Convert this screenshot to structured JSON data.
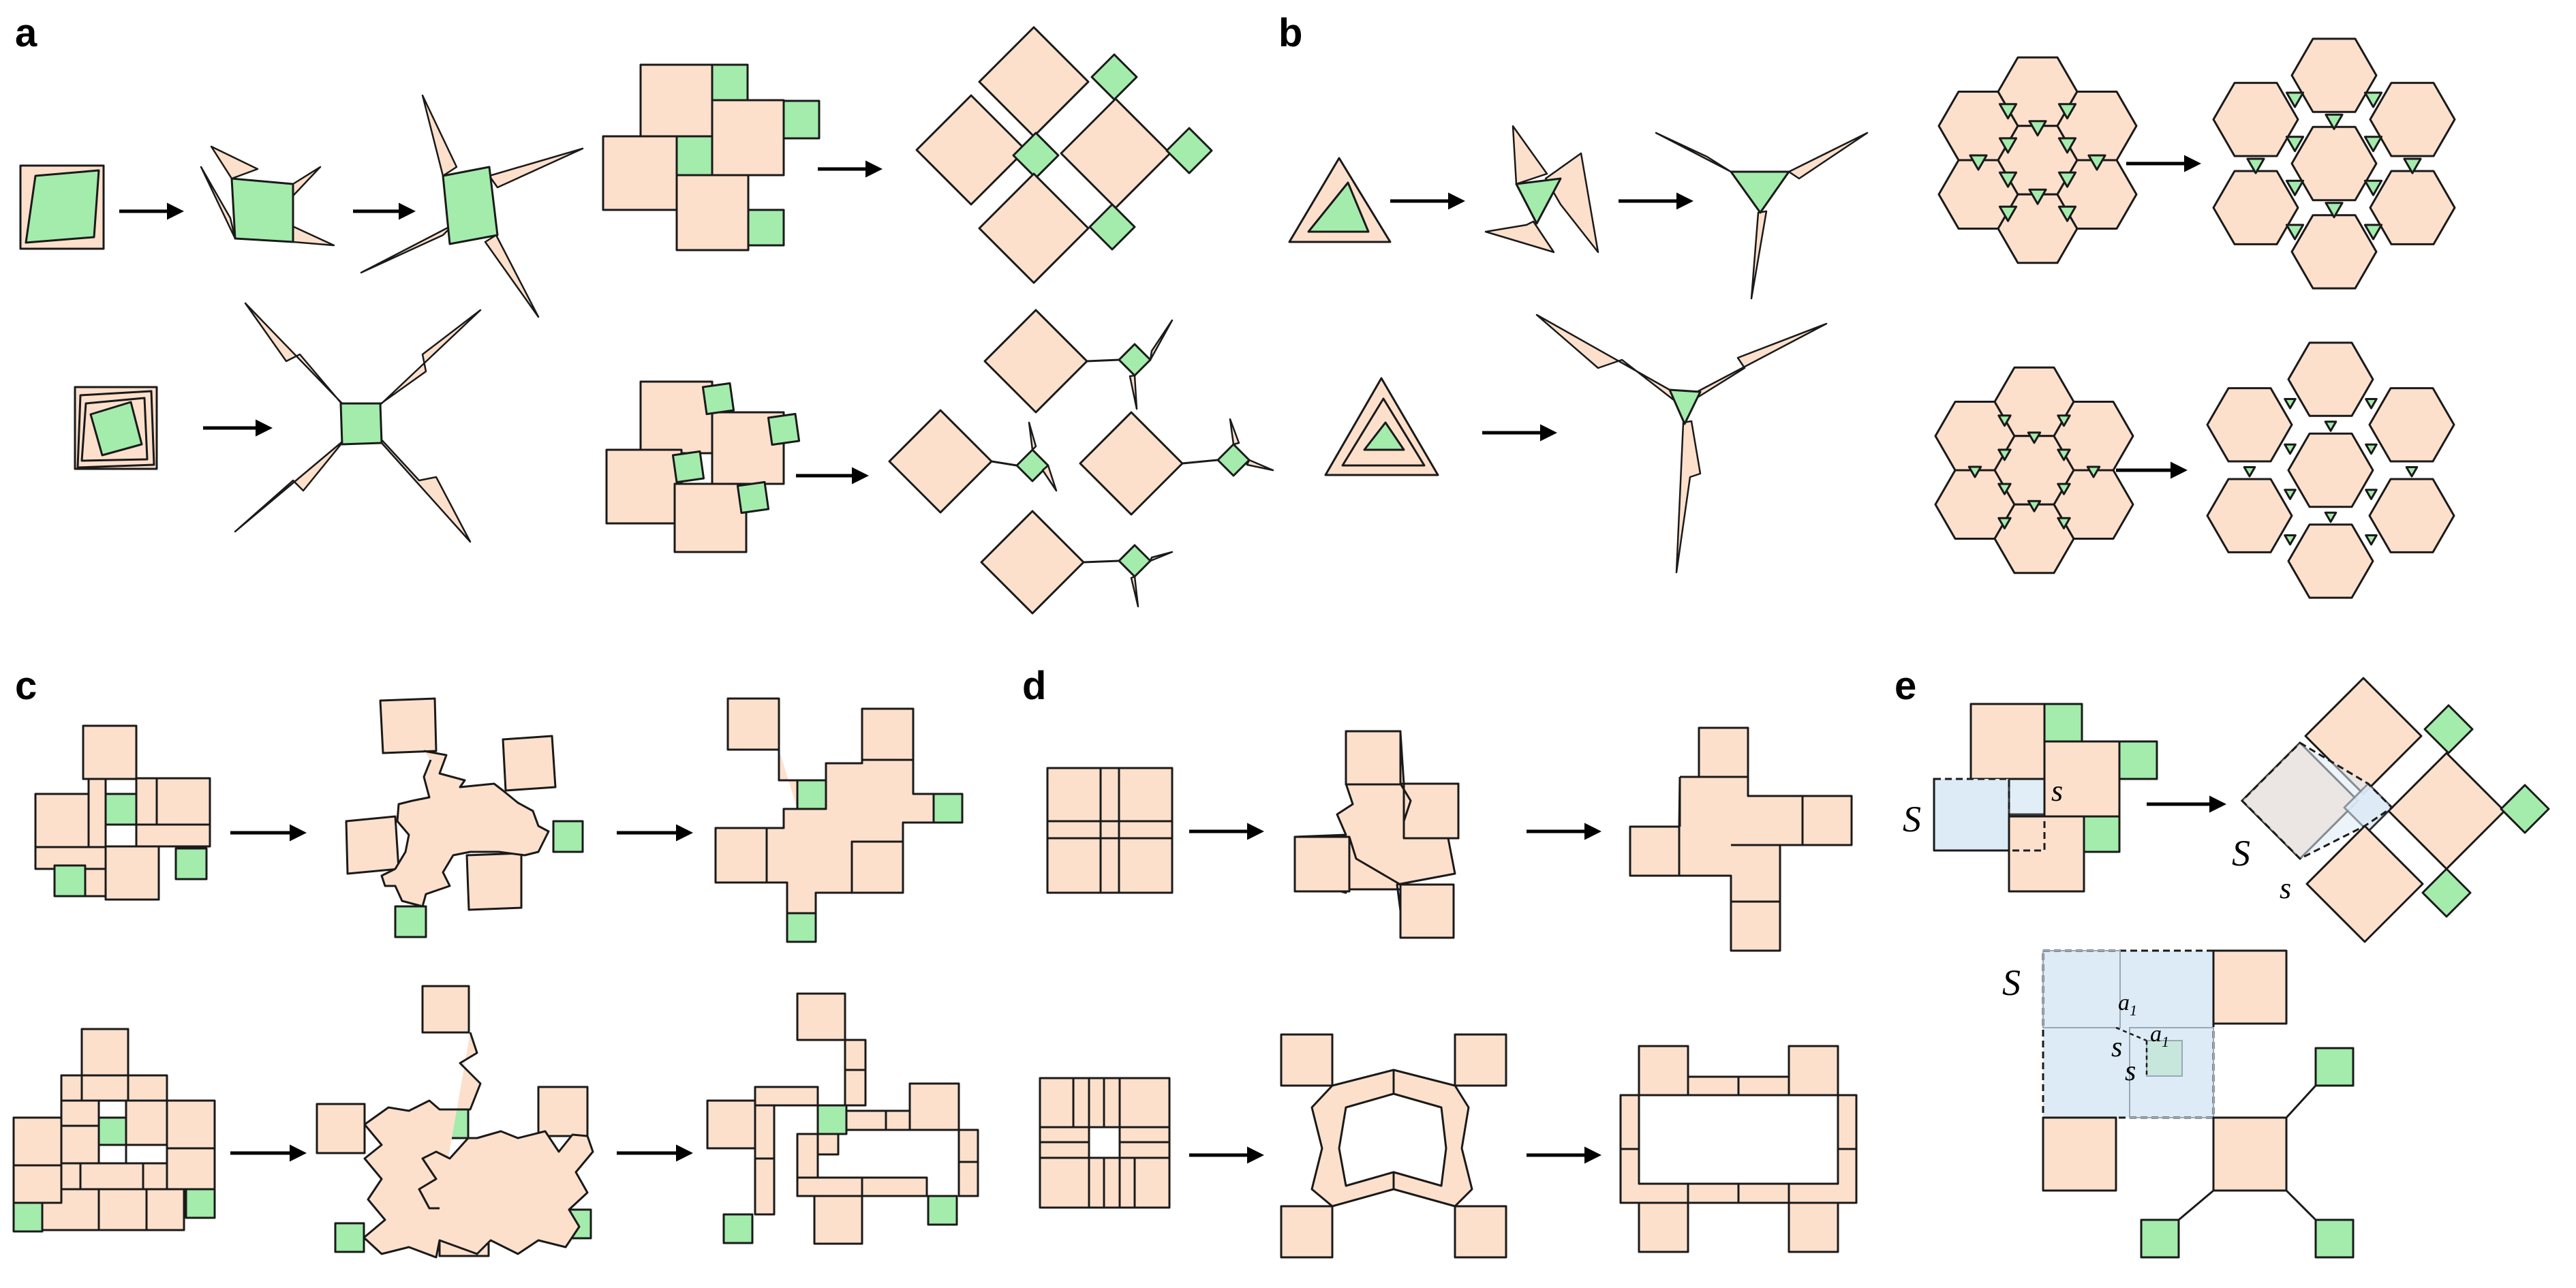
{
  "panels": {
    "a": "a",
    "b": "b",
    "c": "c",
    "d": "d",
    "e": "e"
  },
  "annotations": {
    "S_big_1": "S",
    "s_small_1": "s",
    "S_big_2": "S",
    "s_small_2": "s",
    "S_big_3": "S",
    "a1_1": "a",
    "a1_1_sub": "1",
    "a1_2": "a",
    "a1_2_sub": "1",
    "s_small_3": "s",
    "s_small_4": "s"
  },
  "colors": {
    "beige": "#fde0cc",
    "green": "#a3ecac",
    "blue": "#dcebf6",
    "line": "#1a1a1a"
  }
}
